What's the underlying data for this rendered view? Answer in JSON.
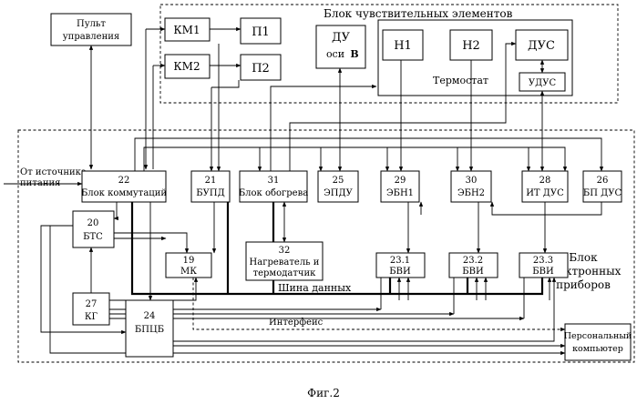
{
  "groups": {
    "sensors_title": "Блок чувствительных элементов",
    "electronics_title": [
      "Блок",
      "электронных",
      "приборов"
    ],
    "thermostat": "Термостат"
  },
  "blocks": {
    "pult": [
      "Пульт",
      "управления"
    ],
    "km1": "КМ1",
    "km2": "КМ2",
    "p1": "П1",
    "p2": "П2",
    "du": [
      "ДУ",
      "оси",
      "B"
    ],
    "n1": "Н1",
    "n2": "Н2",
    "dus": "ДУС",
    "udus": "УДУС",
    "b22": [
      "22",
      "Блок коммутаций"
    ],
    "b21": [
      "21",
      "БУПД"
    ],
    "b31": [
      "31",
      "Блок обогрева"
    ],
    "b25": [
      "25",
      "ЭПДУ"
    ],
    "b29": [
      "29",
      "ЭБН1"
    ],
    "b30": [
      "30",
      "ЭБН2"
    ],
    "b28": [
      "28",
      "ИТ ДУС"
    ],
    "b26": [
      "26",
      "БП ДУС"
    ],
    "b20": [
      "20",
      "БТС"
    ],
    "b19": [
      "19",
      "МК"
    ],
    "b32": [
      "32",
      "Нагреватель и",
      "термодатчик"
    ],
    "b231": [
      "23.1",
      "БВИ"
    ],
    "b232": [
      "23.2",
      "БВИ"
    ],
    "b233": [
      "23.3",
      "БВИ"
    ],
    "b27": [
      "27",
      "КГ"
    ],
    "b24": [
      "24",
      "БПЦБ"
    ],
    "pc": [
      "Персональный",
      "компьютер"
    ]
  },
  "labels": {
    "source": [
      "От источника",
      "питания"
    ],
    "data_bus": "Шина данных",
    "interface": "Интерфейс"
  },
  "caption": "Фиг.2"
}
